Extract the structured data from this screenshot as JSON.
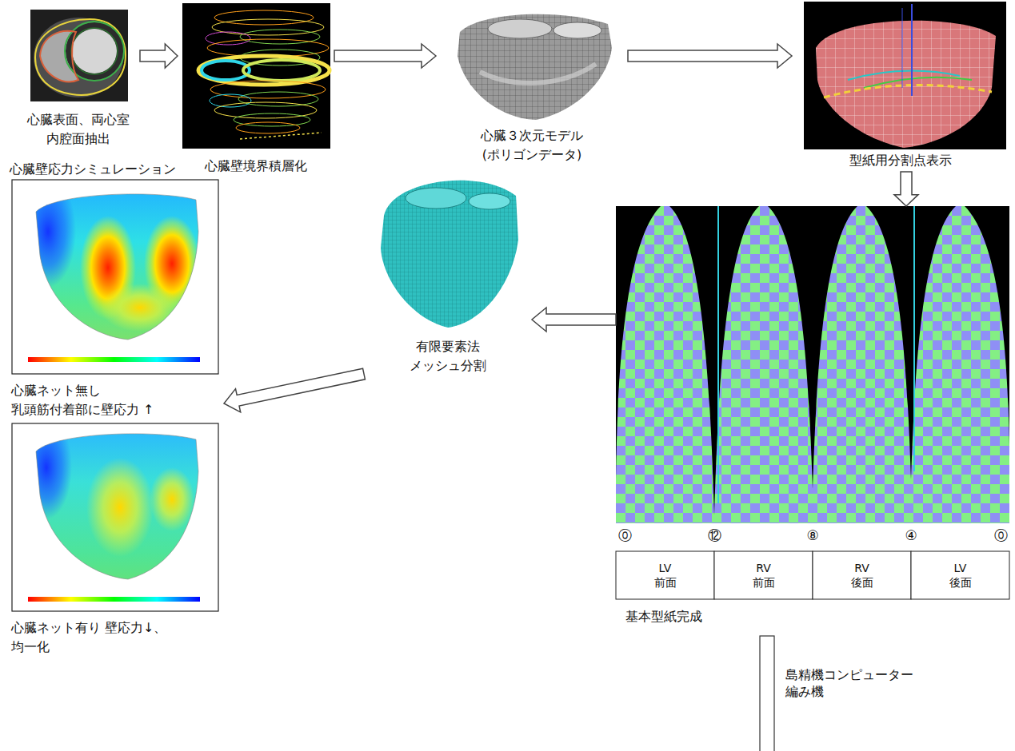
{
  "diagram": {
    "nodes": [
      {
        "text": [
          "心臓表面、両心室 内腔面抽出"
        ]
      },
      {
        "text": [
          "心臓壁境界積層化"
        ]
      },
      {
        "text": [
          "心臓３次元モデル (ポリゴンデータ)"
        ]
      },
      {
        "text": [
          "型紙用分割点表示"
        ]
      },
      {
        "text": [
          "基本型紙完成"
        ]
      },
      {
        "text": [
          "有限要素法 メッシュ分割"
        ]
      },
      {
        "text": [
          "心臓壁応力シミュレーション",
          "心臓ネット無し 乳頭筋付着部に壁応力 ↑"
        ]
      },
      {
        "text": [
          "心臓ネット有り 壁応力↓、均一化"
        ]
      }
    ],
    "edges": [
      {
        "from": 0,
        "to": 1,
        "arrow": "to"
      },
      {
        "from": 1,
        "to": 2,
        "arrow": "to"
      },
      {
        "from": 2,
        "to": 3,
        "arrow": "to"
      },
      {
        "from": 3,
        "to": 4,
        "arrow": "to"
      },
      {
        "from": 4,
        "to": 5,
        "arrow": "to"
      },
      {
        "from": 5,
        "to": 6,
        "arrow": "to"
      }
    ],
    "labels": [
      "⓪",
      "⑫",
      "⑧",
      "④",
      "⓪",
      "LV 前面",
      "RV 前面",
      "RV 後面",
      "LV 後面",
      "島精機コンピューター 編み機"
    ]
  }
}
